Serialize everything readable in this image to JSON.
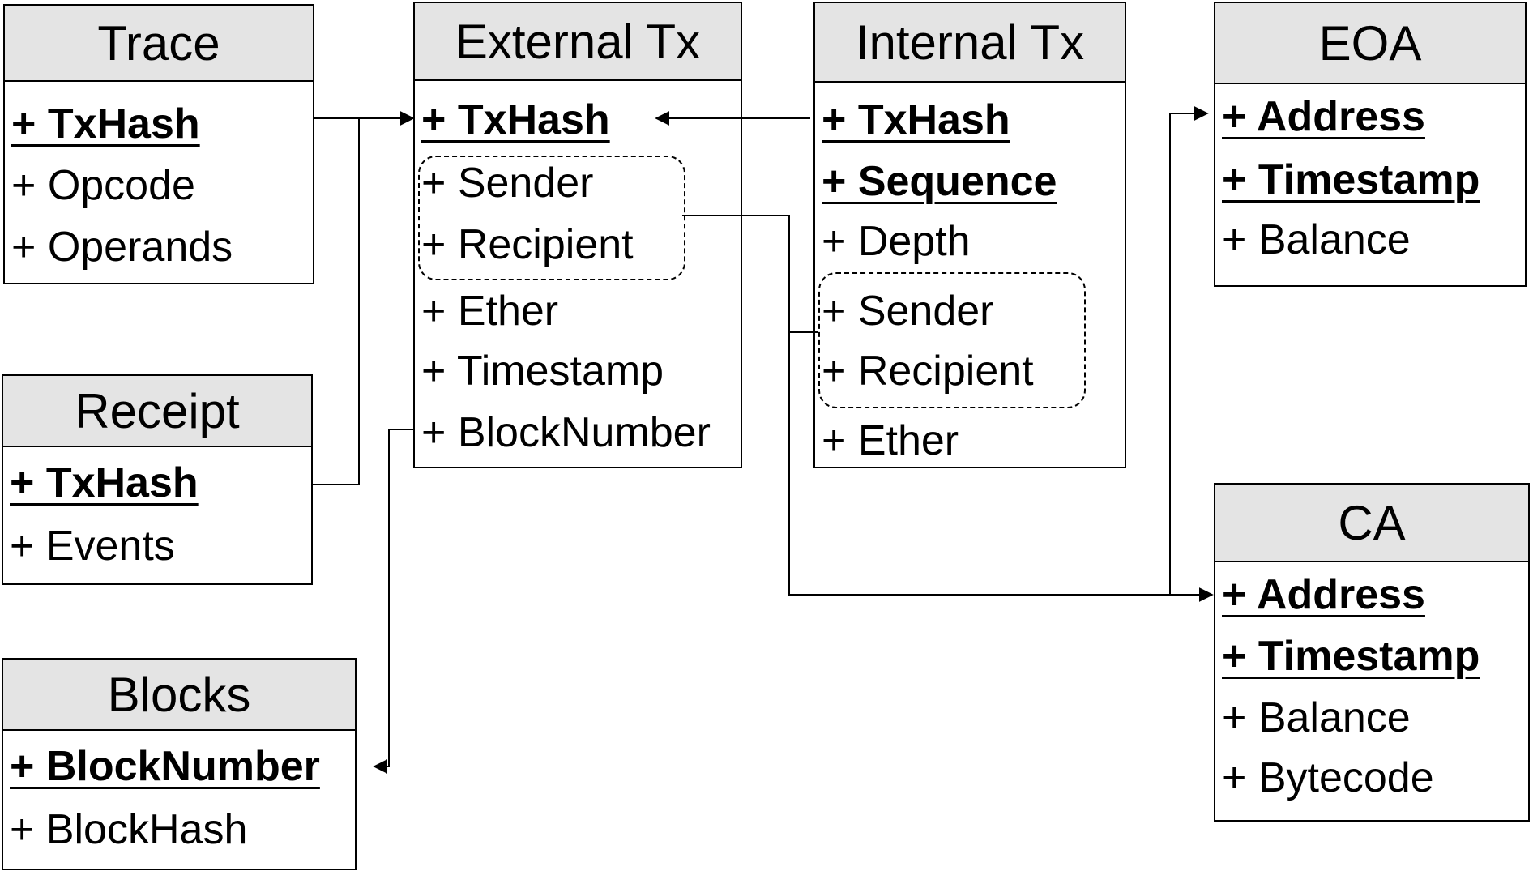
{
  "entities": {
    "trace": {
      "name": "Trace",
      "attributes": [
        {
          "label": "+ TxHash",
          "key": true
        },
        {
          "label": "+ Opcode",
          "key": false
        },
        {
          "label": "+ Operands",
          "key": false
        }
      ]
    },
    "receipt": {
      "name": "Receipt",
      "attributes": [
        {
          "label": "+ TxHash",
          "key": true
        },
        {
          "label": "+ Events",
          "key": false
        }
      ]
    },
    "blocks": {
      "name": "Blocks",
      "attributes": [
        {
          "label": "+ BlockNumber",
          "key": true
        },
        {
          "label": "+ BlockHash",
          "key": false
        }
      ]
    },
    "external_tx": {
      "name": "External Tx",
      "attributes": [
        {
          "label": "+ TxHash",
          "key": true
        },
        {
          "label": "+ Sender",
          "key": false
        },
        {
          "label": "+ Recipient",
          "key": false
        },
        {
          "label": "+ Ether",
          "key": false
        },
        {
          "label": "+ Timestamp",
          "key": false
        },
        {
          "label": "+ BlockNumber",
          "key": false
        }
      ]
    },
    "internal_tx": {
      "name": "Internal Tx",
      "attributes": [
        {
          "label": "+ TxHash",
          "key": true
        },
        {
          "label": "+ Sequence",
          "key": true
        },
        {
          "label": "+ Depth",
          "key": false
        },
        {
          "label": "+ Sender",
          "key": false
        },
        {
          "label": "+ Recipient",
          "key": false
        },
        {
          "label": "+ Ether",
          "key": false
        }
      ]
    },
    "eoa": {
      "name": "EOA",
      "attributes": [
        {
          "label": "+ Address",
          "key": true
        },
        {
          "label": "+ Timestamp",
          "key": true
        },
        {
          "label": "+ Balance",
          "key": false
        }
      ]
    },
    "ca": {
      "name": "CA",
      "attributes": [
        {
          "label": "+ Address",
          "key": true
        },
        {
          "label": "+ Timestamp",
          "key": true
        },
        {
          "label": "+ Balance",
          "key": false
        },
        {
          "label": "+ Bytecode",
          "key": false
        }
      ]
    }
  },
  "colors": {
    "header_bg": "#e4e4e4",
    "line": "#000000"
  }
}
